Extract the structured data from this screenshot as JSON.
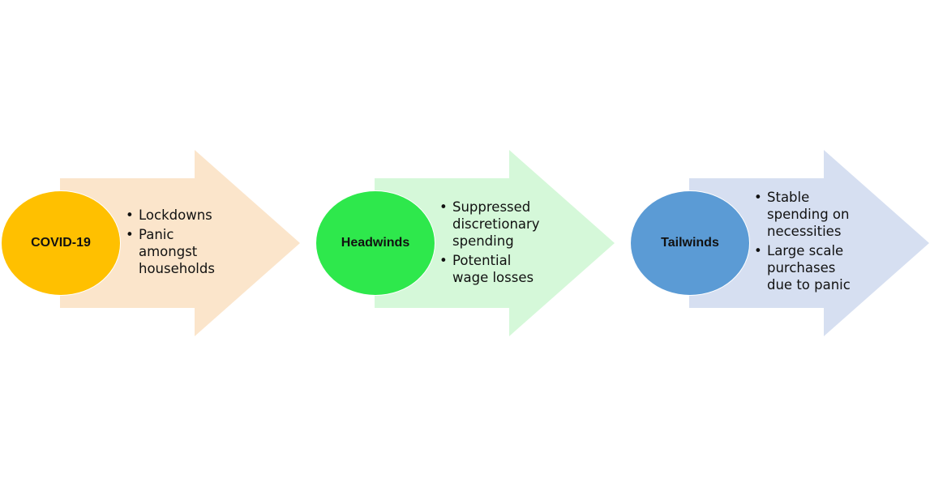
{
  "stages": [
    {
      "label": "COVID-19",
      "circle_color": "#FFC000",
      "arrow_color": "#FBE5CB",
      "bullets": [
        "Lockdowns",
        "Panic\namongst\nhouseholds"
      ]
    },
    {
      "label": "Headwinds",
      "circle_color": "#2EE84C",
      "arrow_color": "#D5F8D9",
      "bullets": [
        "Suppressed\ndiscretionary\nspending",
        "Potential\nwage losses"
      ]
    },
    {
      "label": "Tailwinds",
      "circle_color": "#5B9BD5",
      "arrow_color": "#D6DFF1",
      "bullets": [
        "Stable\nspending on\nnecessities",
        "Large scale\npurchases\ndue to panic"
      ]
    }
  ]
}
